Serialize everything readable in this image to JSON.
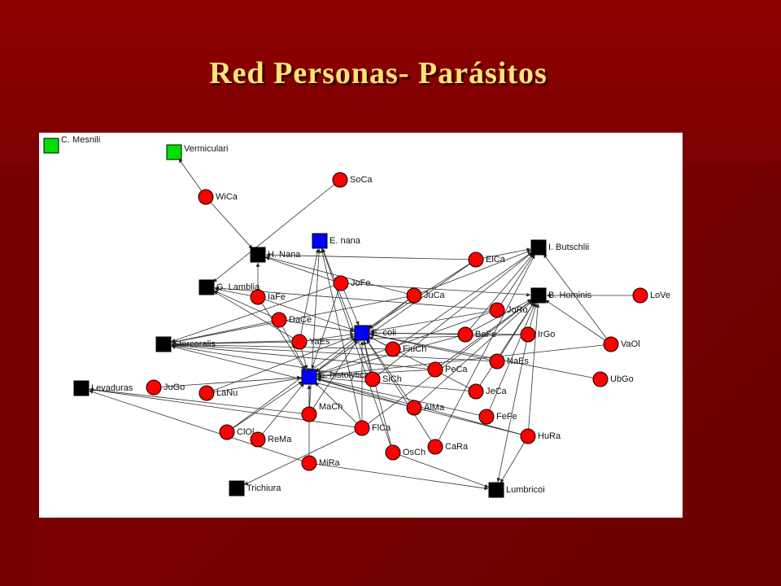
{
  "slide": {
    "title": "Red Personas- Parásitos"
  },
  "colors": {
    "person": "#ff0000",
    "parasite": "#000000",
    "core": "#0000ff",
    "isolated": "#00e000",
    "edge": "#333333"
  },
  "nodes": [
    {
      "id": "C. Mesnili",
      "kind": "isolated"
    },
    {
      "id": "Vermiculari",
      "kind": "isolated"
    },
    {
      "id": "WiCa",
      "kind": "person"
    },
    {
      "id": "SoCa",
      "kind": "person"
    },
    {
      "id": "H. Nana",
      "kind": "parasite"
    },
    {
      "id": "E. nana",
      "kind": "core"
    },
    {
      "id": "ElCa",
      "kind": "person"
    },
    {
      "id": "I. Butschlii",
      "kind": "parasite"
    },
    {
      "id": "G. Lamblia",
      "kind": "parasite"
    },
    {
      "id": "IaFe",
      "kind": "person"
    },
    {
      "id": "JoFe",
      "kind": "person"
    },
    {
      "id": "JuCa",
      "kind": "person"
    },
    {
      "id": "B. Hominis",
      "kind": "parasite"
    },
    {
      "id": "LoVe",
      "kind": "person"
    },
    {
      "id": "DaCe",
      "kind": "person"
    },
    {
      "id": "JoRo",
      "kind": "person"
    },
    {
      "id": "YaEs",
      "kind": "person"
    },
    {
      "id": "E. coli",
      "kind": "core"
    },
    {
      "id": "BaFe",
      "kind": "person"
    },
    {
      "id": "IrGo",
      "kind": "person"
    },
    {
      "id": "VaOl",
      "kind": "person"
    },
    {
      "id": "Stercoralis",
      "kind": "parasite"
    },
    {
      "id": "FiuCh",
      "kind": "person"
    },
    {
      "id": "NaEs",
      "kind": "person"
    },
    {
      "id": "PeCa",
      "kind": "person"
    },
    {
      "id": "UbGo",
      "kind": "person"
    },
    {
      "id": "E. histolytica",
      "kind": "core"
    },
    {
      "id": "SiCh",
      "kind": "person"
    },
    {
      "id": "Levaduras",
      "kind": "parasite"
    },
    {
      "id": "JuGo",
      "kind": "person"
    },
    {
      "id": "LaNu",
      "kind": "person"
    },
    {
      "id": "JeCa",
      "kind": "person"
    },
    {
      "id": "AlMa",
      "kind": "person"
    },
    {
      "id": "MaCh",
      "kind": "person"
    },
    {
      "id": "FeFe",
      "kind": "person"
    },
    {
      "id": "FlCa",
      "kind": "person"
    },
    {
      "id": "ClOl",
      "kind": "person"
    },
    {
      "id": "ReMa",
      "kind": "person"
    },
    {
      "id": "HuRa",
      "kind": "person"
    },
    {
      "id": "CaRa",
      "kind": "person"
    },
    {
      "id": "OsCh",
      "kind": "person"
    },
    {
      "id": "MiRa",
      "kind": "person"
    },
    {
      "id": "Trichiura",
      "kind": "parasite"
    },
    {
      "id": "Lumbricoi",
      "kind": "parasite"
    }
  ],
  "edges": [
    [
      "WiCa",
      "Vermiculari"
    ],
    [
      "WiCa",
      "H. Nana"
    ],
    [
      "SoCa",
      "G. Lamblia"
    ],
    [
      "IaFe",
      "H. Nana"
    ],
    [
      "IaFe",
      "G. Lamblia"
    ],
    [
      "IaFe",
      "E. histolytica"
    ],
    [
      "IaFe",
      "E. coli"
    ],
    [
      "JoFe",
      "H. Nana"
    ],
    [
      "JoFe",
      "E. coli"
    ],
    [
      "JoFe",
      "E. histolytica"
    ],
    [
      "JoFe",
      "B. Hominis"
    ],
    [
      "JuCa",
      "H. Nana"
    ],
    [
      "JuCa",
      "I. Butschlii"
    ],
    [
      "JuCa",
      "E. coli"
    ],
    [
      "JuCa",
      "E. histolytica"
    ],
    [
      "ElCa",
      "H. Nana"
    ],
    [
      "ElCa",
      "I. Butschlii"
    ],
    [
      "ElCa",
      "E. histolytica"
    ],
    [
      "DaCe",
      "E. coli"
    ],
    [
      "DaCe",
      "E. histolytica"
    ],
    [
      "DaCe",
      "G. Lamblia"
    ],
    [
      "YaEs",
      "E. coli"
    ],
    [
      "YaEs",
      "G. Lamblia"
    ],
    [
      "YaEs",
      "E. nana"
    ],
    [
      "YaEs",
      "E. histolytica"
    ],
    [
      "JoRo",
      "I. Butschlii"
    ],
    [
      "JoRo",
      "G. Lamblia"
    ],
    [
      "JoRo",
      "E. histolytica"
    ],
    [
      "JoRo",
      "E. coli"
    ],
    [
      "BaFe",
      "E. coli"
    ],
    [
      "BaFe",
      "B. Hominis"
    ],
    [
      "BaFe",
      "E. histolytica"
    ],
    [
      "BaFe",
      "I. Butschlii"
    ],
    [
      "IrGo",
      "B. Hominis"
    ],
    [
      "IrGo",
      "E. coli"
    ],
    [
      "IrGo",
      "Lumbricoi"
    ],
    [
      "LoVe",
      "B. Hominis"
    ],
    [
      "VaOl",
      "B. Hominis"
    ],
    [
      "VaOl",
      "I. Butschlii"
    ],
    [
      "UbGo",
      "E. coli"
    ],
    [
      "FiuCh",
      "E. coli"
    ],
    [
      "FiuCh",
      "Stercoralis"
    ],
    [
      "FiuCh",
      "I. Butschlii"
    ],
    [
      "NaEs",
      "E. coli"
    ],
    [
      "NaEs",
      "Stercoralis"
    ],
    [
      "NaEs",
      "B. Hominis"
    ],
    [
      "PeCa",
      "E. histolytica"
    ],
    [
      "PeCa",
      "B. Hominis"
    ],
    [
      "PeCa",
      "Stercoralis"
    ],
    [
      "SiCh",
      "E. coli"
    ],
    [
      "SiCh",
      "E. nana"
    ],
    [
      "SiCh",
      "Stercoralis"
    ],
    [
      "SiCh",
      "I. Butschlii"
    ],
    [
      "JuGo",
      "E. histolytica"
    ],
    [
      "LaNu",
      "E. histolytica"
    ],
    [
      "LaNu",
      "E. coli"
    ],
    [
      "JeCa",
      "E. histolytica"
    ],
    [
      "JeCa",
      "B. Hominis"
    ],
    [
      "JeCa",
      "E. coli"
    ],
    [
      "AlMa",
      "E. histolytica"
    ],
    [
      "AlMa",
      "B. Hominis"
    ],
    [
      "AlMa",
      "E. coli"
    ],
    [
      "MaCh",
      "E. histolytica"
    ],
    [
      "MaCh",
      "E. nana"
    ],
    [
      "MaCh",
      "Levaduras"
    ],
    [
      "MaCh",
      "E. coli"
    ],
    [
      "FeFe",
      "E. histolytica"
    ],
    [
      "FeFe",
      "B. Hominis"
    ],
    [
      "FlCa",
      "E. histolytica"
    ],
    [
      "FlCa",
      "E. coli"
    ],
    [
      "FlCa",
      "Levaduras"
    ],
    [
      "FlCa",
      "B. Hominis"
    ],
    [
      "FlCa",
      "Trichiura"
    ],
    [
      "FlCa",
      "E. nana"
    ],
    [
      "ClOl",
      "E. histolytica"
    ],
    [
      "ClOl",
      "E. coli"
    ],
    [
      "ReMa",
      "E. histolytica"
    ],
    [
      "HuRa",
      "E. histolytica"
    ],
    [
      "HuRa",
      "B. Hominis"
    ],
    [
      "HuRa",
      "Lumbricoi"
    ],
    [
      "HuRa",
      "Stercoralis"
    ],
    [
      "CaRa",
      "E. coli"
    ],
    [
      "CaRa",
      "I. Butschlii"
    ],
    [
      "OsCh",
      "E. coli"
    ],
    [
      "OsCh",
      "Lumbricoi"
    ],
    [
      "OsCh",
      "E. nana"
    ],
    [
      "MiRa",
      "E. histolytica"
    ],
    [
      "MiRa",
      "Levaduras"
    ],
    [
      "MiRa",
      "Lumbricoi"
    ],
    [
      "JoFe",
      "Stercoralis"
    ],
    [
      "JuCa",
      "Stercoralis"
    ],
    [
      "DaCe",
      "Stercoralis"
    ],
    [
      "ElCa",
      "E. coli"
    ],
    [
      "IrGo",
      "Stercoralis"
    ],
    [
      "VaOl",
      "E. histolytica"
    ],
    [
      "YaEs",
      "Stercoralis"
    ]
  ]
}
